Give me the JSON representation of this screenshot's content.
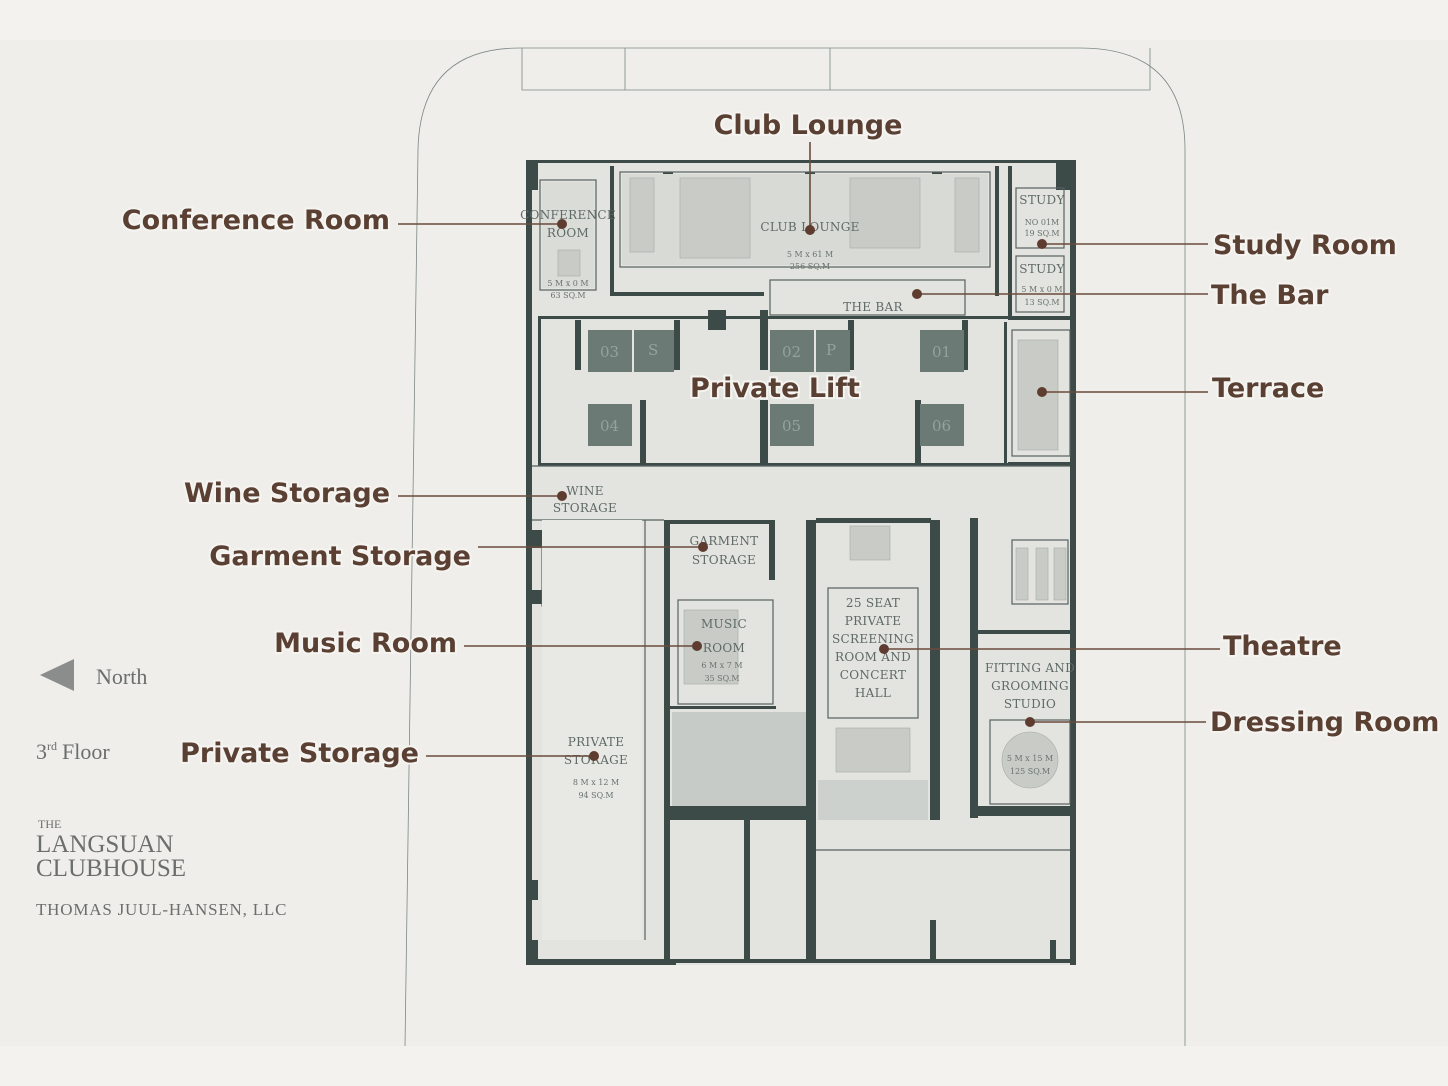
{
  "callouts": {
    "club_lounge": "Club Lounge",
    "conference_room": "Conference Room",
    "study_room": "Study Room",
    "the_bar": "The Bar",
    "private_lift": "Private Lift",
    "terrace": "Terrace",
    "wine_storage": "Wine Storage",
    "garment_storage": "Garment Storage",
    "music_room": "Music Room",
    "theatre": "Theatre",
    "dressing_room": "Dressing Room",
    "private_storage": "Private Storage"
  },
  "plan_labels": {
    "conference_1": "CONFERENCE",
    "conference_2": "ROOM",
    "conference_dim": "5 M x 0 M",
    "conference_area": "63 SQ.M",
    "club_lounge": "CLUB LOUNGE",
    "club_dim": "5 M x 61 M",
    "club_area": "256 SQ.M",
    "study_1": "STUDY",
    "study_1_no": "NO 01M",
    "study_1_area": "19 SQ.M",
    "study_2": "STUDY",
    "study_2_dim": "5 M x 0 M",
    "study_2_area": "13 SQ.M",
    "the_bar": "THE BAR",
    "lift_03": "03",
    "lift_s": "S",
    "lift_02": "02",
    "lift_p": "P",
    "lift_01": "01",
    "lift_04": "04",
    "lift_05": "05",
    "lift_06": "06",
    "wine_1": "WINE",
    "wine_2": "STORAGE",
    "garment_1": "GARMENT",
    "garment_2": "STORAGE",
    "music_1": "MUSIC",
    "music_2": "ROOM",
    "music_dim": "6 M x 7 M",
    "music_area": "35 SQ.M",
    "theatre_1": "25 SEAT",
    "theatre_2": "PRIVATE",
    "theatre_3": "SCREENING",
    "theatre_4": "ROOM AND",
    "theatre_5": "CONCERT",
    "theatre_6": "HALL",
    "fitting_1": "FITTING AND",
    "fitting_2": "GROOMING",
    "fitting_3": "STUDIO",
    "fitting_dim": "5 M x 15 M",
    "fitting_area": "125 SQ.M",
    "private_1": "PRIVATE",
    "private_2": "STORAGE",
    "private_dim": "8 M x 12 M",
    "private_area": "94 SQ.M"
  },
  "sidebar": {
    "north": "North",
    "floor_prefix": "3",
    "floor_sup": "rd",
    "floor_word": "Floor",
    "brand_the": "THE",
    "brand_line1": "LANGSUAN",
    "brand_line2": "CLUBHOUSE",
    "architect": "THOMAS JUUL-HANSEN, LLC"
  },
  "colors": {
    "callout_text": "#5a3f33",
    "wall": "#3d4b48",
    "background": "#efeeea"
  }
}
